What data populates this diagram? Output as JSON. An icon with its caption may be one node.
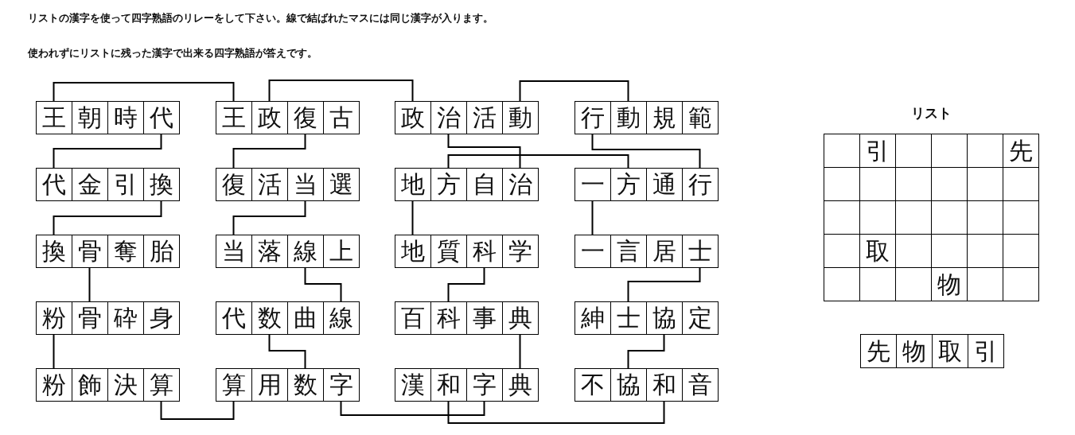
{
  "diagram": {
    "nodes": [
      {
        "text": [
          "王"
        ]
      },
      {
        "text": [
          "朝"
        ]
      },
      {
        "text": [
          "時"
        ]
      },
      {
        "text": [
          "代"
        ]
      },
      {
        "text": [
          "王"
        ]
      },
      {
        "text": [
          "政"
        ]
      },
      {
        "text": [
          "復"
        ]
      },
      {
        "text": [
          "古"
        ]
      },
      {
        "text": [
          "政"
        ]
      },
      {
        "text": [
          "治"
        ]
      },
      {
        "text": [
          "活"
        ]
      },
      {
        "text": [
          "動"
        ]
      },
      {
        "text": [
          "行"
        ]
      },
      {
        "text": [
          "動"
        ]
      },
      {
        "text": [
          "規"
        ]
      },
      {
        "text": [
          "範"
        ]
      },
      {
        "text": [
          "代"
        ]
      },
      {
        "text": [
          "金"
        ]
      },
      {
        "text": [
          "引"
        ]
      },
      {
        "text": [
          "換"
        ]
      },
      {
        "text": [
          "復"
        ]
      },
      {
        "text": [
          "活"
        ]
      },
      {
        "text": [
          "当"
        ]
      },
      {
        "text": [
          "選"
        ]
      },
      {
        "text": [
          "地"
        ]
      },
      {
        "text": [
          "方"
        ]
      },
      {
        "text": [
          "自"
        ]
      },
      {
        "text": [
          "治"
        ]
      },
      {
        "text": [
          "一"
        ]
      },
      {
        "text": [
          "方"
        ]
      },
      {
        "text": [
          "通"
        ]
      },
      {
        "text": [
          "行"
        ]
      },
      {
        "text": [
          "換"
        ]
      },
      {
        "text": [
          "骨"
        ]
      },
      {
        "text": [
          "奪"
        ]
      },
      {
        "text": [
          "胎"
        ]
      },
      {
        "text": [
          "当"
        ]
      },
      {
        "text": [
          "落"
        ]
      },
      {
        "text": [
          "線"
        ]
      },
      {
        "text": [
          "上"
        ]
      },
      {
        "text": [
          "地"
        ]
      },
      {
        "text": [
          "質"
        ]
      },
      {
        "text": [
          "科"
        ]
      },
      {
        "text": [
          "学"
        ]
      },
      {
        "text": [
          "一"
        ]
      },
      {
        "text": [
          "言"
        ]
      },
      {
        "text": [
          "居"
        ]
      },
      {
        "text": [
          "士"
        ]
      },
      {
        "text": [
          "粉"
        ]
      },
      {
        "text": [
          "骨"
        ]
      },
      {
        "text": [
          "砕"
        ]
      },
      {
        "text": [
          "身"
        ]
      },
      {
        "text": [
          "代"
        ]
      },
      {
        "text": [
          "数"
        ]
      },
      {
        "text": [
          "曲"
        ]
      },
      {
        "text": [
          "線"
        ]
      },
      {
        "text": [
          "百"
        ]
      },
      {
        "text": [
          "科"
        ]
      },
      {
        "text": [
          "事"
        ]
      },
      {
        "text": [
          "典"
        ]
      },
      {
        "text": [
          "紳"
        ]
      },
      {
        "text": [
          "士"
        ]
      },
      {
        "text": [
          "協"
        ]
      },
      {
        "text": [
          "定"
        ]
      },
      {
        "text": [
          "粉"
        ]
      },
      {
        "text": [
          "飾"
        ]
      },
      {
        "text": [
          "決"
        ]
      },
      {
        "text": [
          "算"
        ]
      },
      {
        "text": [
          "算"
        ]
      },
      {
        "text": [
          "用"
        ]
      },
      {
        "text": [
          "数"
        ]
      },
      {
        "text": [
          "字"
        ]
      },
      {
        "text": [
          "漢"
        ]
      },
      {
        "text": [
          "和"
        ]
      },
      {
        "text": [
          "字"
        ]
      },
      {
        "text": [
          "典"
        ]
      },
      {
        "text": [
          "不"
        ]
      },
      {
        "text": [
          "協"
        ]
      },
      {
        "text": [
          "和"
        ]
      },
      {
        "text": [
          "音"
        ]
      },
      {
        "text": [],
        "shape": "box"
      },
      {
        "text": [
          "引"
        ]
      },
      {
        "text": [],
        "shape": "box"
      },
      {
        "text": [],
        "shape": "box"
      },
      {
        "text": [],
        "shape": "box"
      },
      {
        "text": [
          "先"
        ]
      },
      {
        "text": [],
        "shape": "box"
      },
      {
        "text": [],
        "shape": "box"
      },
      {
        "text": [],
        "shape": "box"
      },
      {
        "text": [],
        "shape": "box"
      },
      {
        "text": [],
        "shape": "box"
      },
      {
        "text": [],
        "shape": "box"
      },
      {
        "text": [],
        "shape": "box"
      },
      {
        "text": [],
        "shape": "box"
      },
      {
        "text": [],
        "shape": "box"
      },
      {
        "text": [],
        "shape": "box"
      },
      {
        "text": [],
        "shape": "box"
      },
      {
        "text": [],
        "shape": "box"
      },
      {
        "text": [],
        "shape": "box"
      },
      {
        "text": [
          "取"
        ]
      },
      {
        "text": [],
        "shape": "box"
      },
      {
        "text": [],
        "shape": "box"
      },
      {
        "text": [],
        "shape": "box"
      },
      {
        "text": [],
        "shape": "box"
      },
      {
        "text": [],
        "shape": "box"
      },
      {
        "text": [],
        "shape": "box"
      },
      {
        "text": [],
        "shape": "box"
      },
      {
        "text": [
          "物"
        ]
      },
      {
        "text": [],
        "shape": "box"
      },
      {
        "text": [],
        "shape": "box"
      },
      {
        "text": [
          "先"
        ]
      },
      {
        "text": [
          "物"
        ]
      },
      {
        "text": [
          "取"
        ]
      },
      {
        "text": [
          "引"
        ]
      }
    ],
    "edges": [
      {
        "from": 0,
        "to": 4,
        "arrow": "none"
      },
      {
        "from": 5,
        "to": 8,
        "arrow": "none"
      },
      {
        "from": 11,
        "to": 13,
        "arrow": "none"
      },
      {
        "from": 3,
        "to": 16,
        "arrow": "none"
      },
      {
        "from": 6,
        "to": 20,
        "arrow": "none"
      },
      {
        "from": 9,
        "to": 27,
        "arrow": "none"
      },
      {
        "from": 12,
        "to": 31,
        "arrow": "none"
      },
      {
        "from": 25,
        "to": 29,
        "arrow": "none"
      },
      {
        "from": 19,
        "to": 32,
        "arrow": "none"
      },
      {
        "from": 22,
        "to": 36,
        "arrow": "none"
      },
      {
        "from": 24,
        "to": 40,
        "arrow": "none"
      },
      {
        "from": 28,
        "to": 44,
        "arrow": "none"
      },
      {
        "from": 33,
        "to": 49,
        "arrow": "none"
      },
      {
        "from": 38,
        "to": 55,
        "arrow": "none"
      },
      {
        "from": 42,
        "to": 57,
        "arrow": "none"
      },
      {
        "from": 47,
        "to": 61,
        "arrow": "none"
      },
      {
        "from": 48,
        "to": 64,
        "arrow": "none"
      },
      {
        "from": 53,
        "to": 70,
        "arrow": "none"
      },
      {
        "from": 59,
        "to": 75,
        "arrow": "none"
      },
      {
        "from": 62,
        "to": 77,
        "arrow": "none"
      },
      {
        "from": 67,
        "to": 68,
        "arrow": "none"
      },
      {
        "from": 71,
        "to": 74,
        "arrow": "none"
      },
      {
        "from": 73,
        "to": 78,
        "arrow": "none"
      }
    ],
    "labels": [
      "リストの漢字を使って四字熟語のリレーをして下さい。線で結ばれたマスには同じ漢字が入ります。",
      "使われずにリストに残った漢字で出来る四字熟語が答えです。",
      "リスト"
    ]
  }
}
